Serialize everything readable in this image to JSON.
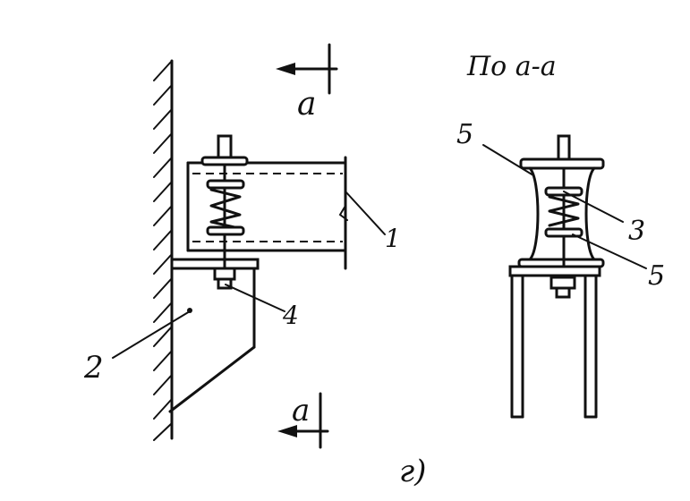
{
  "section_title": "По  а-а",
  "cut_letter_top": "а",
  "cut_letter_bottom": "а",
  "labels": {
    "one": "1",
    "two": "2",
    "three": "3",
    "four": "4",
    "five_top": "5",
    "five_bottom": "5"
  },
  "subfigure": "г)",
  "colors": {
    "ink": "#111111",
    "paper": "#ffffff"
  }
}
